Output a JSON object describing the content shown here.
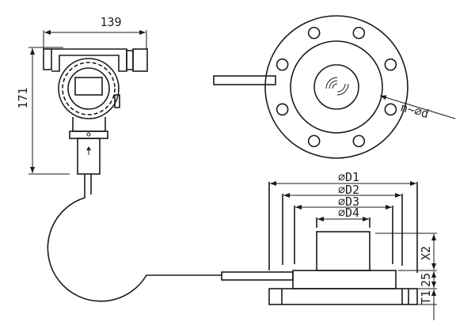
{
  "dimensions": {
    "width": "139",
    "height": "171",
    "bolt_holes": "n~∅d",
    "d1": "∅D1",
    "d2": "∅D2",
    "d3": "∅D3",
    "d4": "∅D4",
    "x2": "X2",
    "t25": "25",
    "t1": "T1"
  },
  "colors": {
    "line": "#1a1a1a",
    "diameter_symbol": "#9fb3c4"
  }
}
